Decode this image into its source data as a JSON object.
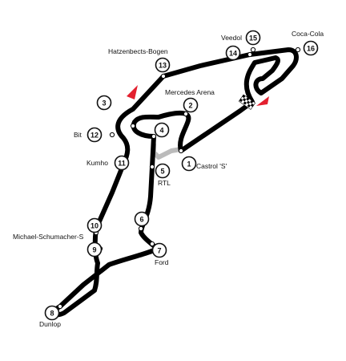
{
  "colors": {
    "track": "#000000",
    "pitlane": "#bbbbbb",
    "flag": "#e3202f"
  },
  "corners": [
    {
      "number": "1",
      "name": "Castrol 'S'"
    },
    {
      "number": "2",
      "name": "Mercedes Arena"
    },
    {
      "number": "3",
      "name": ""
    },
    {
      "number": "4",
      "name": ""
    },
    {
      "number": "5",
      "name": "RTL"
    },
    {
      "number": "6",
      "name": ""
    },
    {
      "number": "7",
      "name": "Ford"
    },
    {
      "number": "8",
      "name": "Dunlop"
    },
    {
      "number": "9",
      "name": ""
    },
    {
      "number": "10",
      "name": "Michael-Schumacher-S"
    },
    {
      "number": "11",
      "name": "Kumho"
    },
    {
      "number": "12",
      "name": "Bit"
    },
    {
      "number": "13",
      "name": "Hatzenbects-Bogen"
    },
    {
      "number": "14",
      "name": ""
    },
    {
      "number": "15",
      "name": "Veedol"
    },
    {
      "number": "16",
      "name": "Coca-Cola"
    }
  ],
  "icons": {
    "start_finish": "checkered-flag-icon",
    "direction": "direction-arrow-icon"
  }
}
